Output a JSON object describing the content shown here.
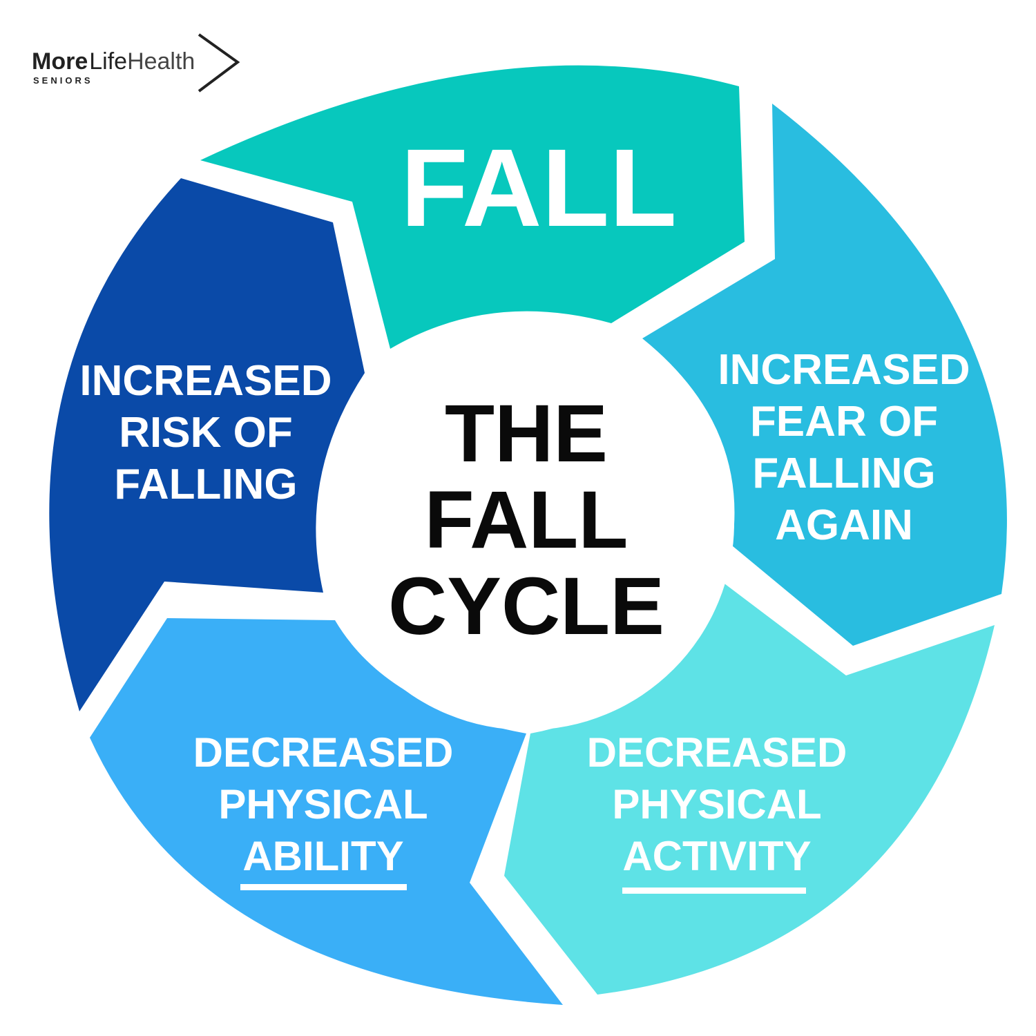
{
  "brand": {
    "name_bold": "More",
    "name_mid": "Life",
    "name_light": "Health",
    "sub": "SENIORS"
  },
  "center": {
    "lines": [
      "THE",
      "FALL",
      "CYCLE"
    ]
  },
  "segments": [
    {
      "id": "fall",
      "lines": [
        "FALL"
      ],
      "color": "#07c8bd",
      "underline": false
    },
    {
      "id": "fear",
      "lines": [
        "INCREASED",
        "FEAR OF",
        "FALLING",
        "AGAIN"
      ],
      "color": "#29bde0",
      "underline": false
    },
    {
      "id": "activity",
      "lines": [
        "DECREASED",
        "PHYSICAL",
        "ACTIVITY"
      ],
      "color": "#5ee2e6",
      "underline": true
    },
    {
      "id": "ability",
      "lines": [
        "DECREASED",
        "PHYSICAL",
        "ABILITY"
      ],
      "color": "#3aaff7",
      "underline": true
    },
    {
      "id": "risk",
      "lines": [
        "INCREASED",
        "RISK OF",
        "FALLING"
      ],
      "color": "#0a4aa8",
      "underline": false
    }
  ]
}
